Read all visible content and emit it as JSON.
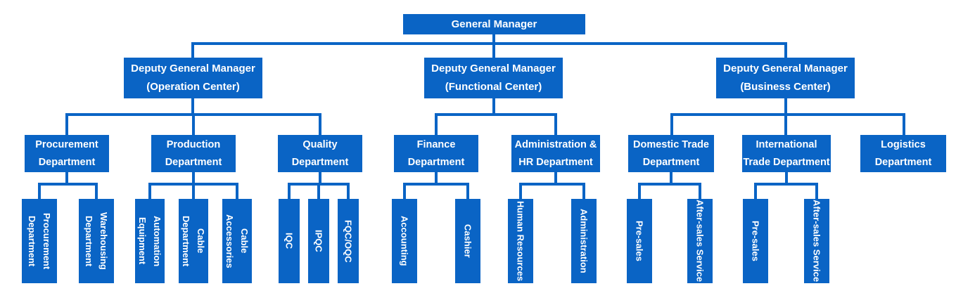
{
  "colors": {
    "accent": "#0a64c5",
    "box_text": "#ffffff",
    "background": "#ffffff"
  },
  "org": {
    "root": "General Manager",
    "branches": [
      {
        "manager": "Deputy General Manager\n(Operation Center)",
        "departments": [
          {
            "name": "Procurement\nDepartment",
            "units": [
              "Procurement\nDepartment",
              "Warehousing\nDepartment"
            ]
          },
          {
            "name": "Production\nDepartment",
            "units": [
              "Automation\nEquipment",
              "Cable\nDepartment",
              "Cable\nAccessories"
            ]
          },
          {
            "name": "Quality\nDepartment",
            "units": [
              "IQC",
              "IPQC",
              "FQC/OQC"
            ]
          }
        ]
      },
      {
        "manager": "Deputy General Manager\n(Functional Center)",
        "departments": [
          {
            "name": "Finance\nDepartment",
            "units": [
              "Accounting",
              "Cashier"
            ]
          },
          {
            "name": "Administration &\nHR Department",
            "units": [
              "Human Resources",
              "Administration"
            ]
          }
        ]
      },
      {
        "manager": "Deputy General Manager\n(Business Center)",
        "departments": [
          {
            "name": "Domestic Trade\nDepartment",
            "units": [
              "Pre-sales",
              "After-sales Service"
            ]
          },
          {
            "name": "International\nTrade Department",
            "units": [
              "Pre-sales",
              "After-sales Service"
            ]
          },
          {
            "name": "Logistics\nDepartment",
            "units": []
          }
        ]
      }
    ]
  }
}
